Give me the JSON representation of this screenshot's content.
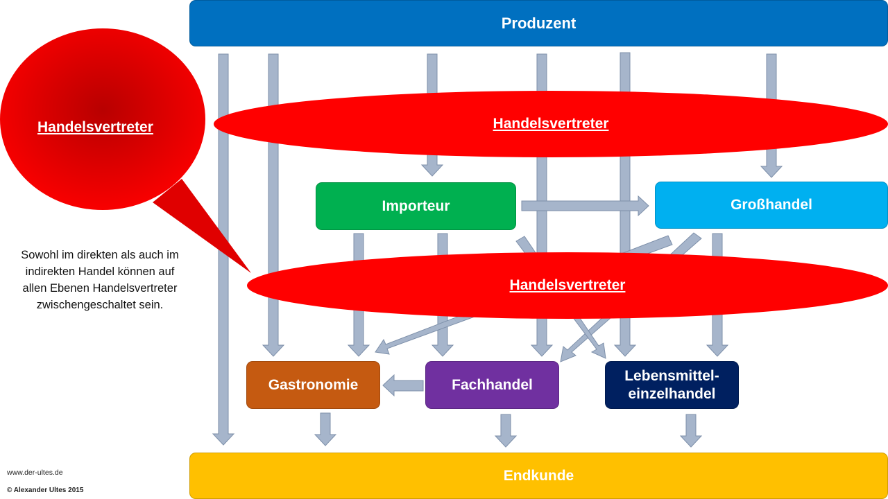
{
  "diagram": {
    "producer": {
      "label": "Produzent",
      "color": "#0070c0"
    },
    "agent_top": {
      "label": "Handelsvertreter",
      "color": "#ff0000"
    },
    "agent_middle": {
      "label": "Handelsvertreter",
      "color": "#ff0000"
    },
    "callout": {
      "label": "Handelsvertreter",
      "color": "#cc0000"
    },
    "importer": {
      "label": "Importeur",
      "color": "#00b050"
    },
    "wholesale": {
      "label": "Großhandel",
      "color": "#00b0f0"
    },
    "gastronomy": {
      "label": "Gastronomie",
      "color": "#c55a11"
    },
    "specialist_retail": {
      "label": "Fachhandel",
      "color": "#7030a0"
    },
    "food_retail": {
      "label_line1": "Lebensmittel-",
      "label_line2": "einzelhandel",
      "color": "#002060"
    },
    "end_customer": {
      "label": "Endkunde",
      "color": "#ffc000"
    },
    "arrow_color": "#a6b5cb"
  },
  "note": {
    "line1": "Sowohl im direkten als auch im",
    "line2": "indirekten Handel können auf",
    "line3": "allen Ebenen Handelsvertreter",
    "line4": "zwischengeschaltet sein."
  },
  "footer": {
    "website": "www.der-ultes.de",
    "copyright": "© Alexander Ultes 2015"
  }
}
